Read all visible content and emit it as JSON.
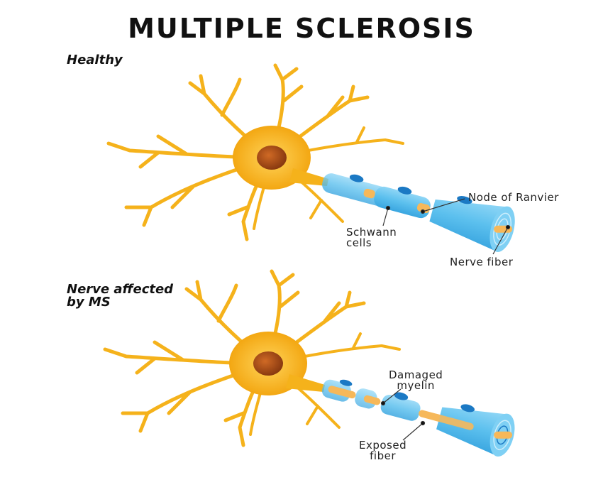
{
  "title": "MULTIPLE SCLEROSIS",
  "healthy": {
    "heading": "Healthy",
    "labels": {
      "node": "Node of Ranvier",
      "schwann_1": "Schwann",
      "schwann_2": "cells",
      "fiber": "Nerve fiber"
    }
  },
  "affected": {
    "heading_1": "Nerve affected",
    "heading_2": "by MS",
    "labels": {
      "damaged_1": "Damaged",
      "damaged_2": "myelin",
      "exposed_1": "Exposed",
      "exposed_2": "fiber"
    }
  },
  "colors": {
    "neuron": "#f5b21b",
    "nucleus": "#b6561c",
    "myelin": "#62c4ef",
    "bump": "#1b79c4",
    "fiber": "#f6b85a"
  }
}
